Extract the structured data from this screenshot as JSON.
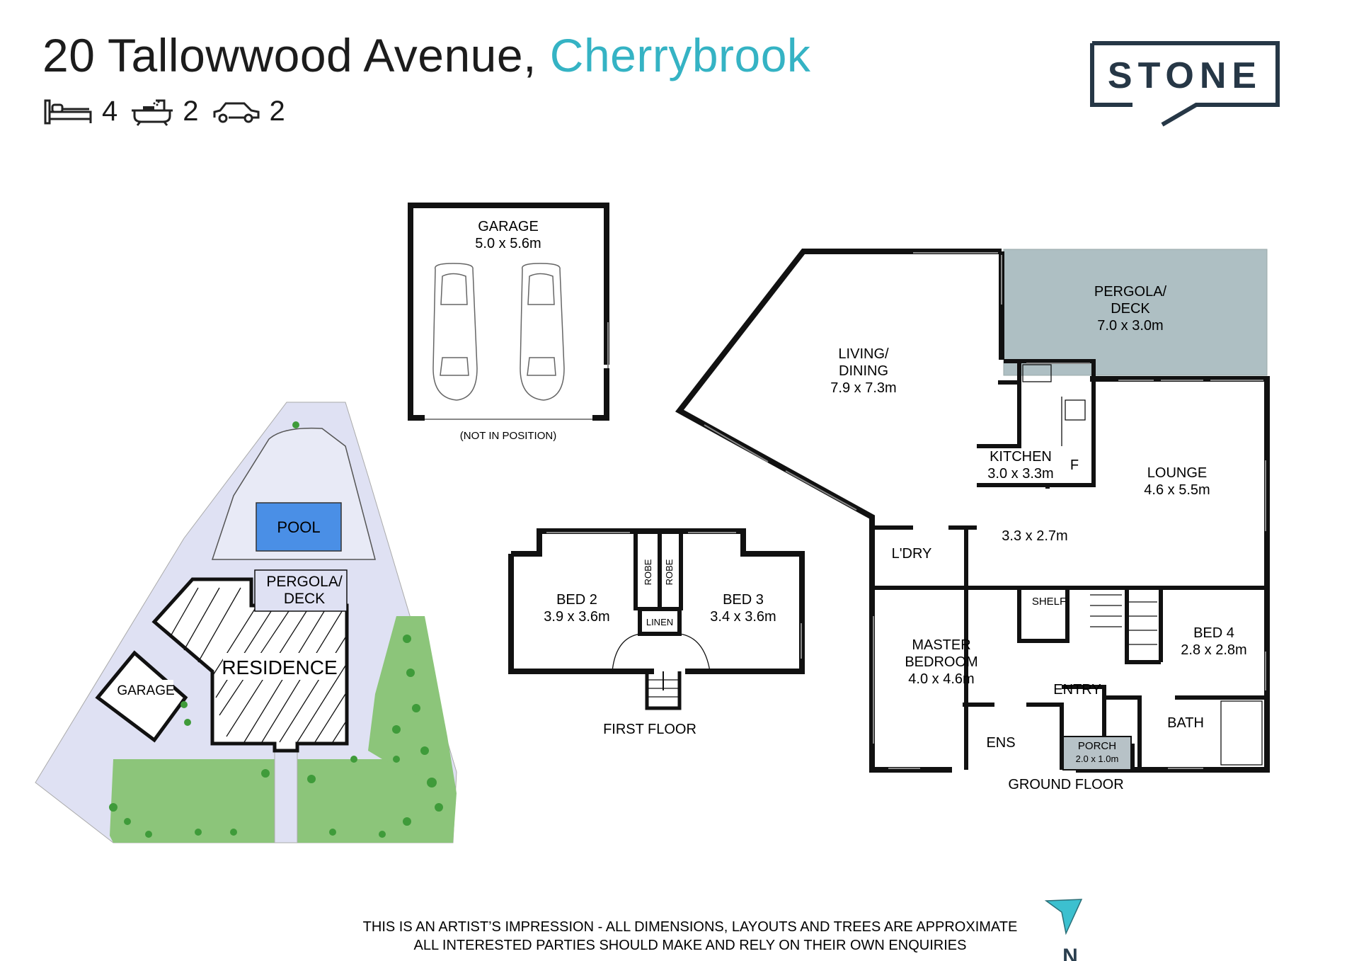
{
  "header": {
    "address": "20 Tallowwood Avenue,",
    "suburb": "Cherrybrook",
    "bedrooms": "4",
    "bathrooms": "2",
    "car_spaces": "2",
    "icons": [
      "bed-icon",
      "bath-icon",
      "car-icon"
    ]
  },
  "logo": {
    "text": "STONE"
  },
  "site_plan": {
    "pool": "POOL",
    "pergola": "PERGOLA/",
    "deck": "DECK",
    "residence": "RESIDENCE",
    "garage": "GARAGE"
  },
  "garage_plan": {
    "name": "GARAGE",
    "size": "5.0 x 5.6m",
    "note": "(NOT IN POSITION)"
  },
  "first_floor": {
    "label": "FIRST FLOOR",
    "bed2": "BED 2",
    "bed2_size": "3.9 x 3.6m",
    "bed3": "BED 3",
    "bed3_size": "3.4 x 3.6m",
    "robe": "ROBE",
    "linen": "LINEN"
  },
  "ground_floor": {
    "label": "GROUND FLOOR",
    "living1": "LIVING/",
    "living2": "DINING",
    "living_size": "7.9 x 7.3m",
    "pergola1": "PERGOLA/",
    "pergola2": "DECK",
    "pergola_size": "7.0 x 3.0m",
    "kitchen": "KITCHEN",
    "kitchen_size": "3.0 x 3.3m",
    "fridge": "F",
    "lounge": "LOUNGE",
    "lounge_size": "4.6 x 5.5m",
    "hall_size": "3.3 x 2.7m",
    "laundry": "L'DRY",
    "shelf": "SHELF",
    "master1": "MASTER",
    "master2": "BEDROOM",
    "master_size": "4.0 x 4.6m",
    "entry": "ENTRY",
    "bed4": "BED 4",
    "bed4_size": "2.8 x 2.8m",
    "bath": "BATH",
    "ens": "ENS",
    "porch": "PORCH",
    "porch_size": "2.0 x 1.0m"
  },
  "footer": {
    "line1": "THIS IS AN ARTIST’S IMPRESSION - ALL DIMENSIONS, LAYOUTS AND TREES ARE APPROXIMATE",
    "line2": "ALL INTERESTED PARTIES SHOULD MAKE AND RELY ON THEIR OWN ENQUIRIES",
    "north": "N"
  },
  "colors": {
    "accent": "#35b3c4",
    "pergola_fill": "#aebfc3",
    "pool": "#4a8fe6",
    "lawn": "#8cc57a",
    "paving": "#dfe1f3",
    "logo": "#263746"
  }
}
